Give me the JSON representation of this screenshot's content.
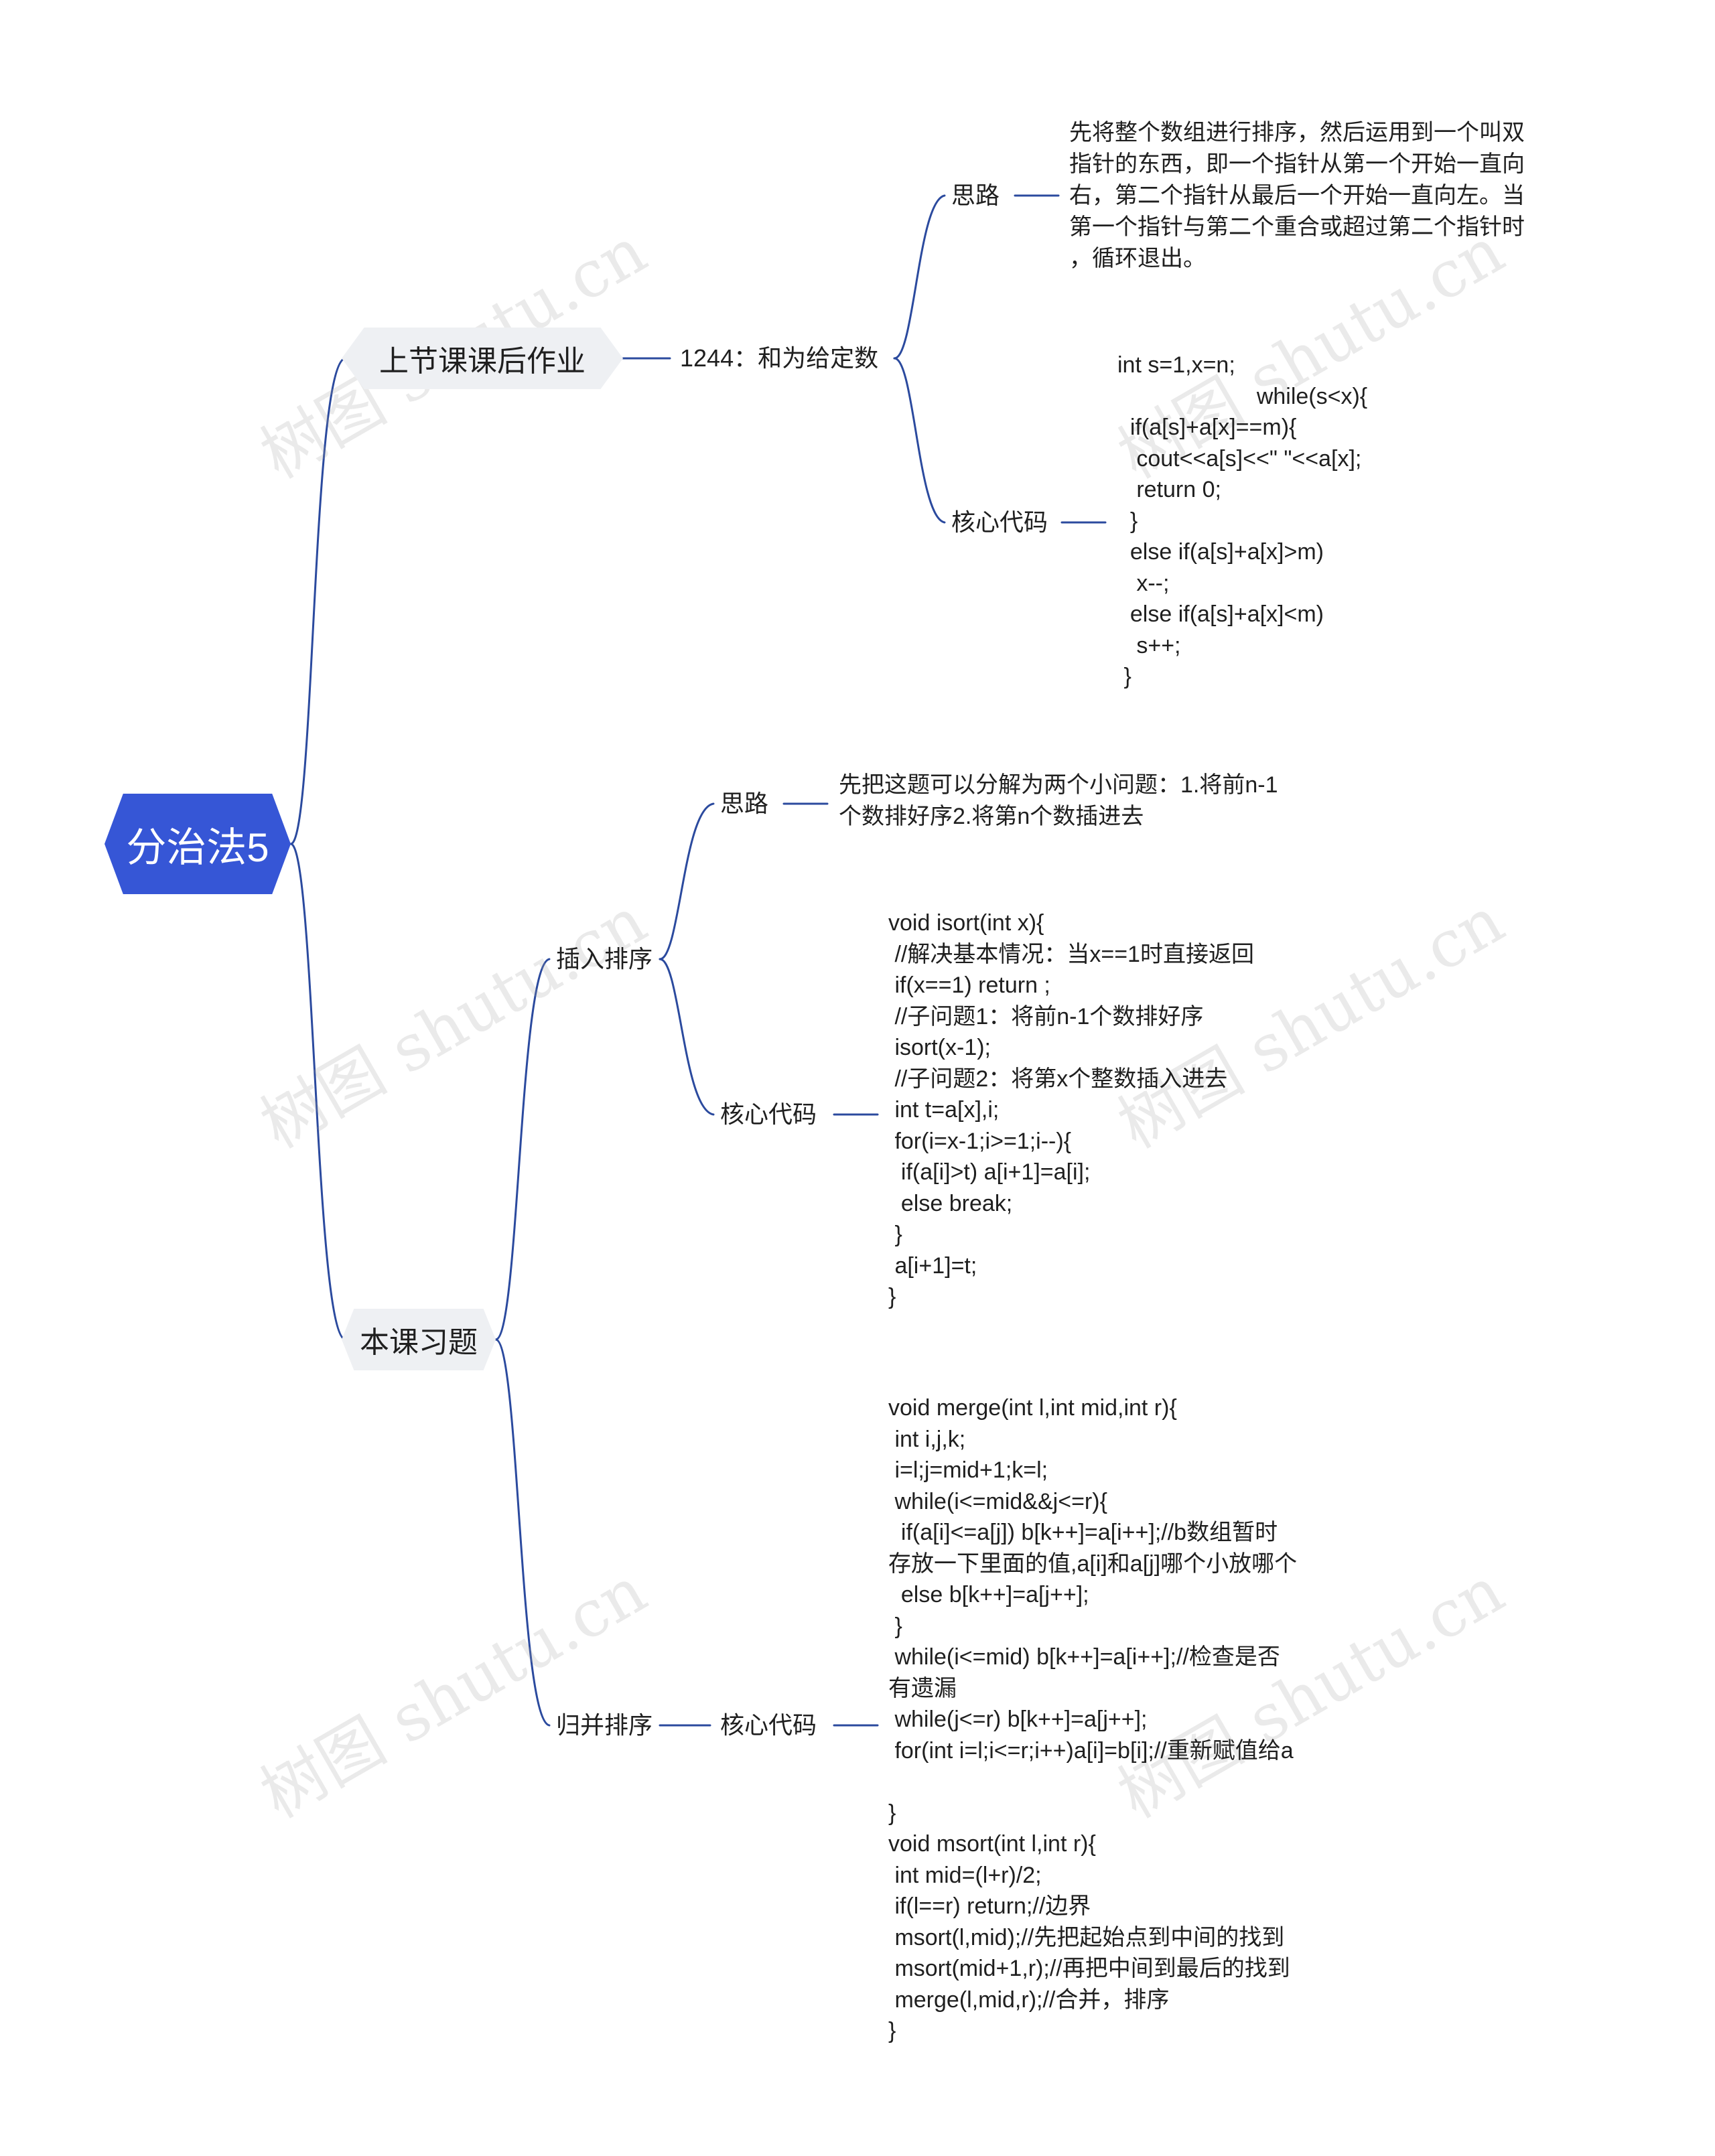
{
  "root": {
    "title": "分治法5"
  },
  "branches": {
    "homework": {
      "label": "上节课课后作业",
      "problem": {
        "label": "1244：和为给定数",
        "idea_label": "思路",
        "idea_text": "先将整个数组进行排序，然后运用到一个叫双\n指针的东西，即一个指针从第一个开始一直向\n右，第二个指针从最后一个开始一直向左。当\n第一个指针与第二个重合或超过第二个指针时\n，循环退出。",
        "code_label": "核心代码",
        "code_text": "int s=1,x=n;\n                      while(s<x){\n  if(a[s]+a[x]==m){\n   cout<<a[s]<<\" \"<<a[x];\n   return 0;\n  }\n  else if(a[s]+a[x]>m)\n   x--;\n  else if(a[s]+a[x]<m)\n   s++;\n }"
      }
    },
    "exercise": {
      "label": "本课习题",
      "insertion": {
        "label": "插入排序",
        "idea_label": "思路",
        "idea_text": "先把这题可以分解为两个小问题：1.将前n-1\n个数排好序2.将第n个数插进去",
        "code_label": "核心代码",
        "code_text": "void isort(int x){\n //解决基本情况：当x==1时直接返回\n if(x==1) return ;\n //子问题1：将前n-1个数排好序\n isort(x-1);\n //子问题2：将第x个整数插入进去\n int t=a[x],i;\n for(i=x-1;i>=1;i--){\n  if(a[i]>t) a[i+1]=a[i];\n  else break;\n }\n a[i+1]=t;\n}"
      },
      "merge": {
        "label": "归并排序",
        "code_label": "核心代码",
        "code_text": "void merge(int l,int mid,int r){\n int i,j,k;\n i=l;j=mid+1;k=l;\n while(i<=mid&&j<=r){\n  if(a[i]<=a[j]) b[k++]=a[i++];//b数组暂时\n存放一下里面的值,a[i]和a[j]哪个小放哪个\n  else b[k++]=a[j++];\n }\n while(i<=mid) b[k++]=a[i++];//检查是否\n有遗漏\n while(j<=r) b[k++]=a[j++];\n for(int i=l;i<=r;i++)a[i]=b[i];//重新赋值给a\n\n}\nvoid msort(int l,int r){\n int mid=(l+r)/2;\n if(l==r) return;//边界\n msort(l,mid);//先把起始点到中间的找到\n msort(mid+1,r);//再把中间到最后的找到\n merge(l,mid,r);//合并，排序\n}"
      }
    }
  },
  "watermark": "树图 shutu.cn",
  "colors": {
    "root_fill": "#3656d6",
    "line": "#2b4a9e",
    "l1_fill": "#eef0f3"
  }
}
